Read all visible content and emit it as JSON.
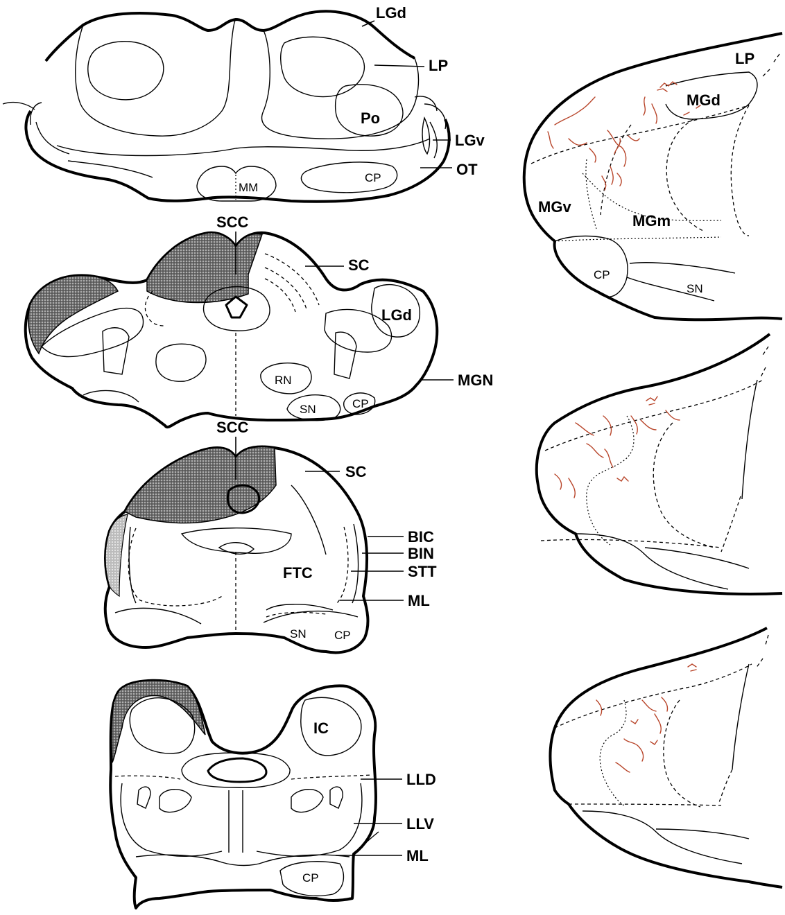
{
  "panel1": {
    "labels": {
      "LGd": "LGd",
      "LP": "LP",
      "Po": "Po",
      "LGv": "LGv",
      "OT": "OT",
      "CP": "CP",
      "MM": "MM"
    }
  },
  "panel2": {
    "labels": {
      "SCC": "SCC",
      "SC": "SC",
      "LGd": "LGd",
      "MGN": "MGN",
      "RN": "RN",
      "SN": "SN",
      "CP": "CP"
    }
  },
  "panel3": {
    "labels": {
      "SCC": "SCC",
      "SC": "SC",
      "BIC": "BIC",
      "BIN": "BIN",
      "FTC": "FTC",
      "STT": "STT",
      "ML": "ML",
      "SN": "SN",
      "CP": "CP"
    }
  },
  "panel4": {
    "labels": {
      "IC": "IC",
      "LLD": "LLD",
      "LLV": "LLV",
      "ML": "ML",
      "CP": "CP"
    }
  },
  "detail1": {
    "labels": {
      "LP": "LP",
      "MGd": "MGd",
      "MGv": "MGv",
      "MGm": "MGm",
      "CP": "CP",
      "SN": "SN"
    }
  },
  "colors": {
    "line": "#000000",
    "fiber": "#b8452a",
    "shading": "#555555",
    "background": "#ffffff"
  }
}
